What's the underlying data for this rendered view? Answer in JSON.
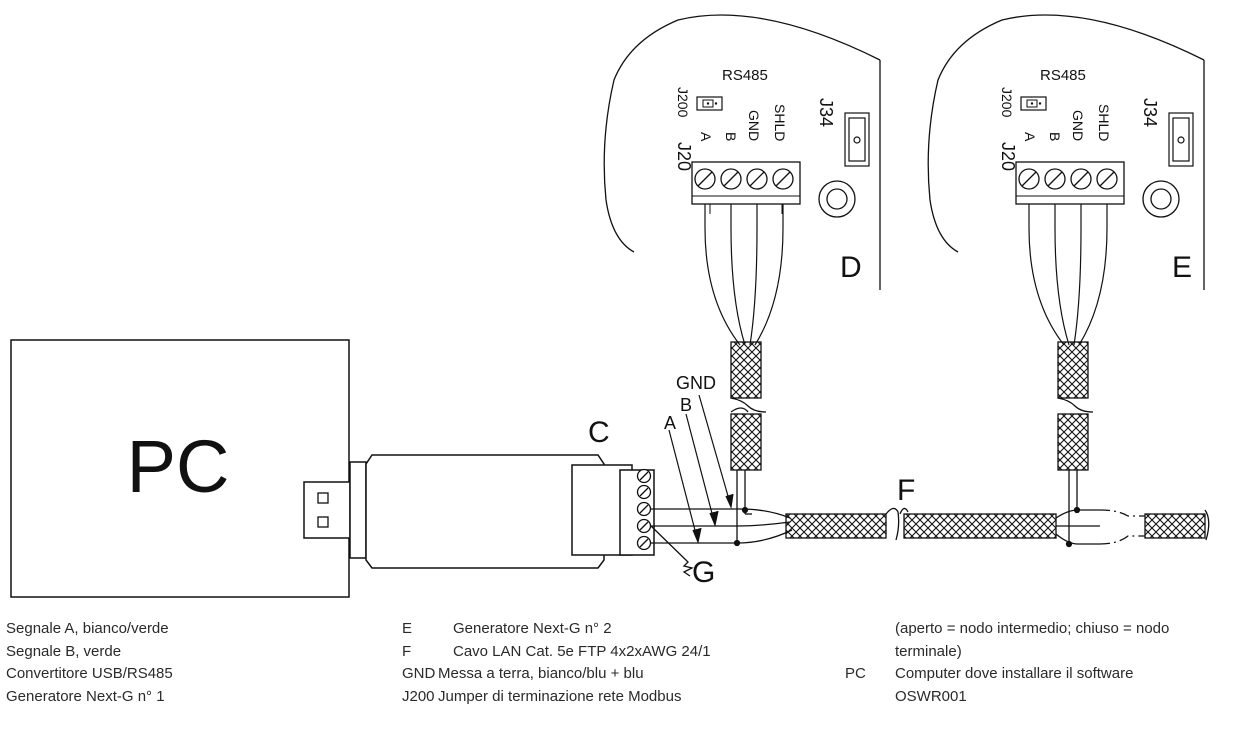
{
  "pc": {
    "label": "PC"
  },
  "converter": {
    "label": "C"
  },
  "cable": {
    "label": "F"
  },
  "terminator": {
    "label": "G"
  },
  "wires": {
    "gnd": "GND",
    "b": "B",
    "a": "A"
  },
  "generators": [
    {
      "label": "D",
      "bus": "RS485",
      "jumper": "J200",
      "connector": "J20",
      "aux_connector": "J34",
      "pins": [
        "A",
        "B",
        "GND",
        "SHLD"
      ]
    },
    {
      "label": "E",
      "bus": "RS485",
      "jumper": "J200",
      "connector": "J20",
      "aux_connector": "J34",
      "pins": [
        "A",
        "B",
        "GND",
        "SHLD"
      ]
    }
  ],
  "legend": {
    "col1": [
      "Segnale A, bianco/verde",
      "Segnale B, verde",
      "Convertitore USB/RS485",
      "Generatore Next-G n° 1"
    ],
    "col2": [
      {
        "key": "E",
        "text": "Generatore Next-G n° 2"
      },
      {
        "key": "F",
        "text": "Cavo LAN Cat. 5e FTP 4x2xAWG 24/1"
      },
      {
        "key": "GND",
        "text": "Messa a terra, bianco/blu + blu"
      },
      {
        "key": "J200",
        "text": "Jumper di terminazione rete Modbus"
      }
    ],
    "col3_line1": "(aperto = nodo intermedio; chiuso = nodo",
    "col3_line2": "terminale)",
    "col3_key": "PC",
    "col3_line3": "Computer dove installare il software",
    "col3_line4": "OSWR001"
  }
}
